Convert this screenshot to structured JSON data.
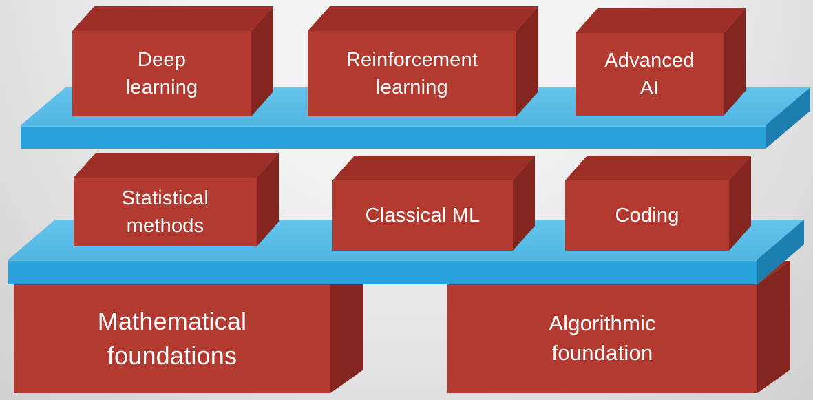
{
  "colors": {
    "bg_top": "#F3F3F3",
    "bg_bottom": "#D0D0D0",
    "box_front": "#B23A30",
    "box_top": "#9D2F27",
    "box_side": "#84261F",
    "platform_top": "#54BDEA",
    "platform_front": "#2AA3DC",
    "platform_side": "#1C7FAF",
    "text": "#FFFFFF"
  },
  "rows": [
    {
      "name": "advanced-topics",
      "boxes": [
        {
          "label": "Deep\nlearning"
        },
        {
          "label": "Reinforcement\nlearning"
        },
        {
          "label": "Advanced\nAI"
        }
      ]
    },
    {
      "name": "core-skills",
      "boxes": [
        {
          "label": "Statistical\nmethods"
        },
        {
          "label": "Classical ML"
        },
        {
          "label": "Coding"
        }
      ]
    },
    {
      "name": "foundations",
      "boxes": [
        {
          "label": "Mathematical\nfoundations"
        },
        {
          "label": "Algorithmic\nfoundation"
        }
      ]
    }
  ]
}
